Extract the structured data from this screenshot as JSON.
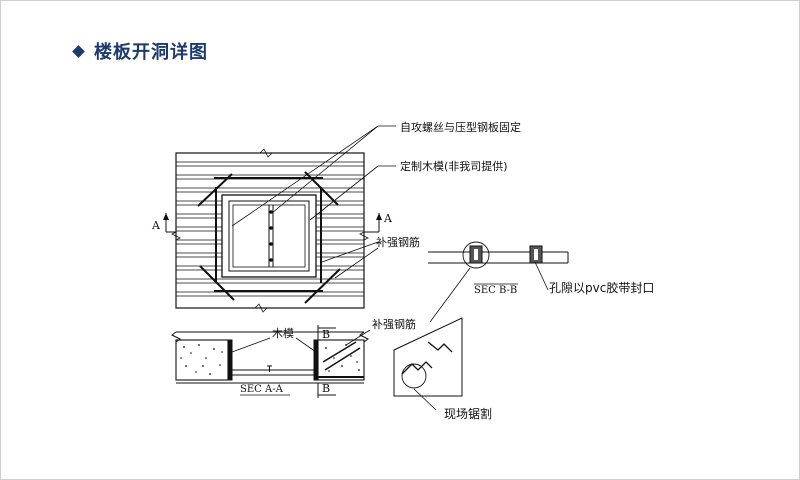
{
  "title": "楼板开洞详图",
  "labels": {
    "screw": "自攻螺丝与压型钢板固定",
    "formwork_custom": "定制木模(非我司提供)",
    "rebar_top": "补强钢筋",
    "rebar_bottom": "补强钢筋",
    "formwork": "木模",
    "gap_seal": "孔隙以pvc胶带封口",
    "site_cut": "现场锯割",
    "sec_bb": "SEC B-B",
    "sec_aa": "SEC A-A",
    "mark_a_left": "A",
    "mark_a_right": "A",
    "mark_b_top": "B",
    "mark_b_bottom": "B"
  },
  "colors": {
    "title": "#1d3a6e",
    "line": "#111111"
  }
}
